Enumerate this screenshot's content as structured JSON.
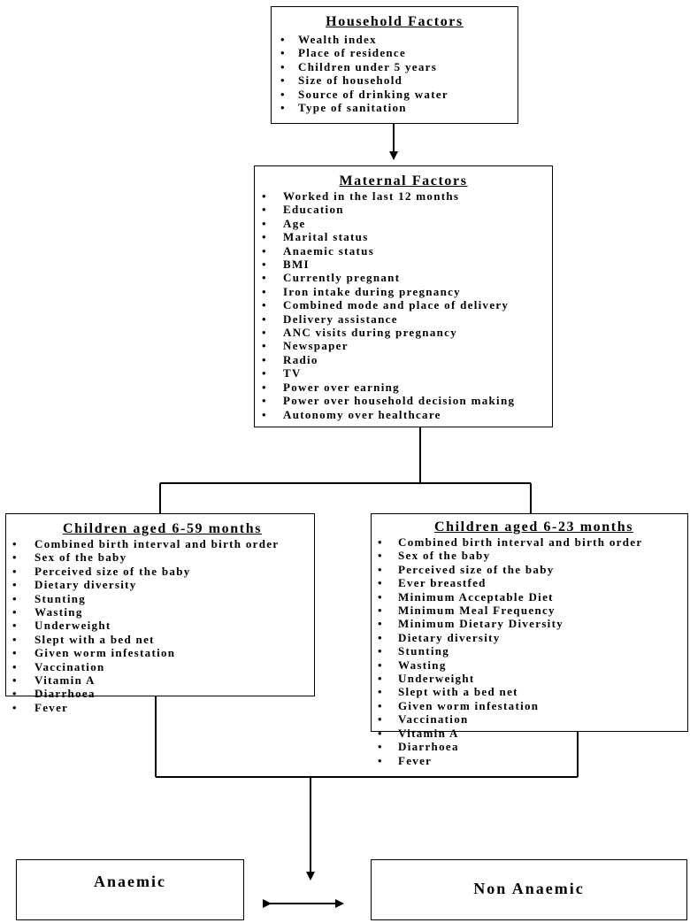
{
  "household": {
    "title": "Household Factors",
    "items": [
      "Wealth index",
      "Place of residence",
      "Children under 5 years",
      "Size of household",
      "Source of drinking water",
      "Type of sanitation"
    ]
  },
  "maternal": {
    "title": "Maternal Factors",
    "items": [
      "Worked in the last 12 months",
      "Education",
      "Age",
      "Marital status",
      "Anaemic status",
      "BMI",
      "Currently pregnant",
      "Iron intake during pregnancy",
      "Combined mode and place of delivery",
      "Delivery assistance",
      "ANC visits during pregnancy",
      "Newspaper",
      "Radio",
      "TV",
      "Power over earning",
      "Power over household decision making",
      "Autonomy over healthcare"
    ]
  },
  "children_6_59": {
    "title": "Children aged 6-59 months",
    "items": [
      "Combined birth interval and birth order",
      "Sex of the baby",
      "Perceived size of the baby",
      "Dietary diversity",
      "Stunting",
      "Wasting",
      "Underweight",
      "Slept with a bed net",
      "Given worm infestation",
      "Vaccination",
      "Vitamin A",
      "Diarrhoea",
      "Fever"
    ]
  },
  "children_6_23": {
    "title": "Children aged 6-23 months",
    "items": [
      "Combined birth interval and birth order",
      "Sex of the baby",
      "Perceived size of the baby",
      "Ever breastfed",
      "Minimum Acceptable Diet",
      "Minimum Meal Frequency",
      "Minimum Dietary Diversity",
      "Dietary diversity",
      "Stunting",
      "Wasting",
      "Underweight",
      "Slept with a bed net",
      "Given worm infestation",
      "Vaccination",
      "Vitamin A",
      "Diarrhoea",
      "Fever"
    ]
  },
  "outcomes": {
    "anaemic": "Anaemic",
    "non_anaemic": "Non Anaemic"
  },
  "bullet_symbol": "•"
}
